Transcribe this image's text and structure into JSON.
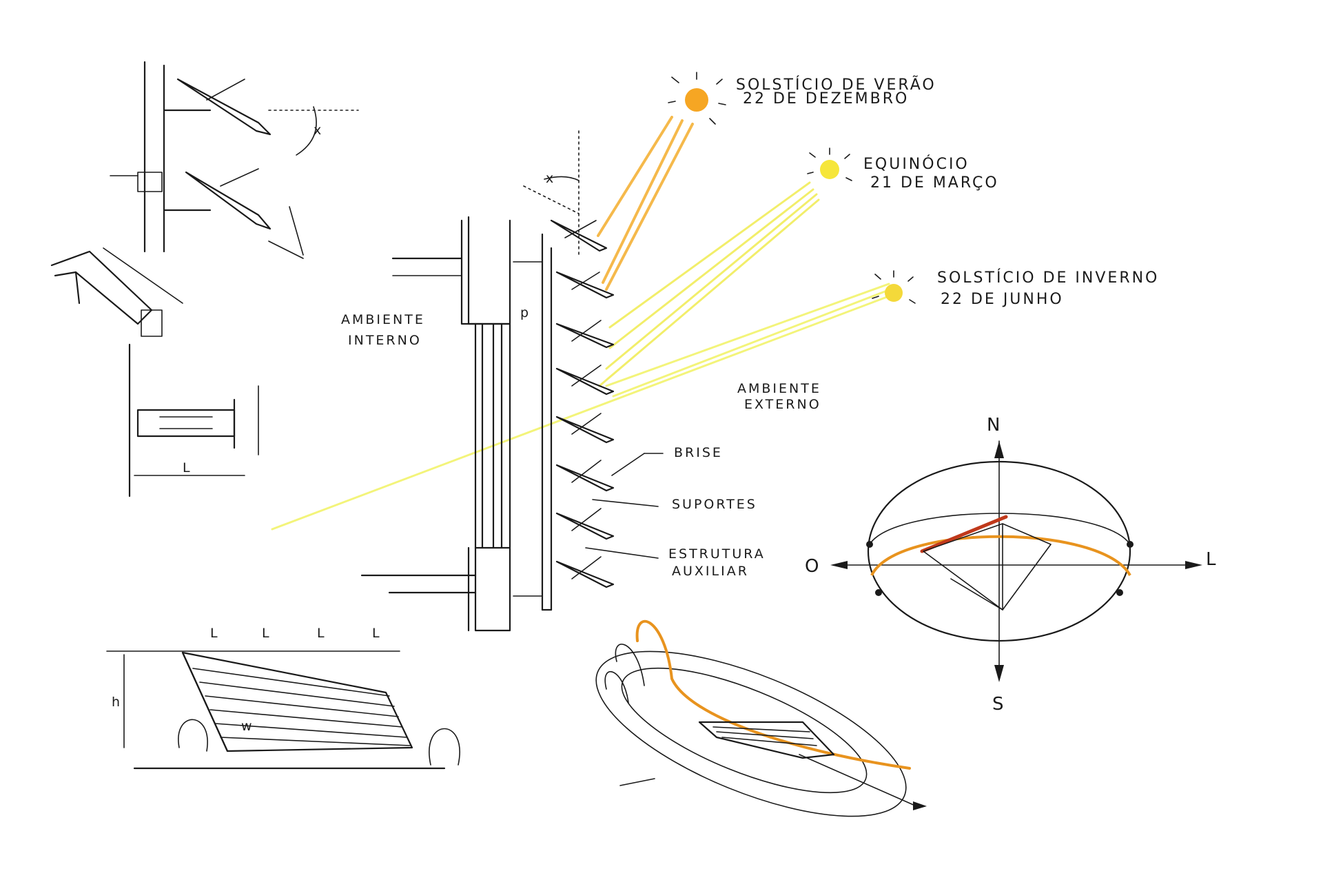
{
  "sun_labels": {
    "summer_title": "SOLSTÍCIO DE VERÃO",
    "summer_date": "22 DE DEZEMBRO",
    "equinox_title": "EQUINÓCIO",
    "equinox_date": "21 DE MARÇO",
    "winter_title": "SOLSTÍCIO DE INVERNO",
    "winter_date": "22 DE JUNHO"
  },
  "zones": {
    "interior_line1": "AMBIENTE",
    "interior_line2": "INTERNO",
    "exterior_line1": "AMBIENTE",
    "exterior_line2": "EXTERNO"
  },
  "callouts": {
    "brise": "BRISE",
    "supports": "SUPORTES",
    "aux_structure_line1": "ESTRUTURA",
    "aux_structure_line2": "AUXILIAR"
  },
  "compass": {
    "north": "N",
    "south": "S",
    "east": "L",
    "west": "O"
  },
  "dimensions": {
    "angle_x": "x",
    "spacing_p": "p",
    "length_l": "L",
    "height_h": "h",
    "width_w": "w"
  },
  "colors": {
    "summer_ray": "#f5b642",
    "equinox_ray": "#f2ee6a",
    "winter_ray": "#f3f47a",
    "sun_summer": "#f6a623",
    "sun_equinox": "#f6e63a",
    "sun_winter": "#f4d93a",
    "sun_path_orange": "#e8931e",
    "sun_path_red": "#c0391b",
    "ink": "#1a1a1a"
  }
}
